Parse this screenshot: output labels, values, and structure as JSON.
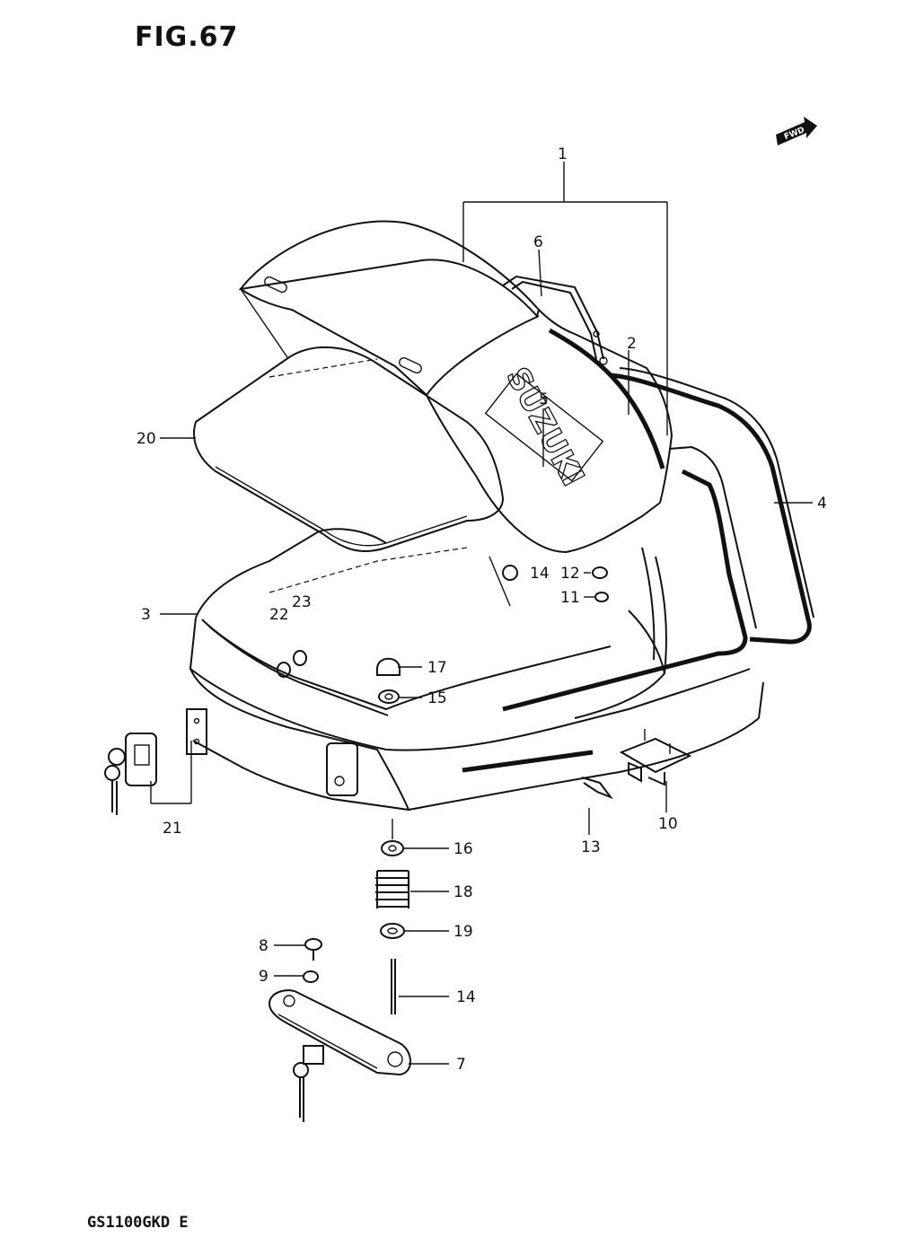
{
  "figure": {
    "title": "FIG.67",
    "model_code": "GS1100GKD E"
  },
  "fwd_label": "FWD",
  "brand_text": "SUZUKI",
  "callouts": {
    "c1": "1",
    "c2": "2",
    "c3": "3",
    "c4": "4",
    "c5": "5",
    "c6": "6",
    "c7": "7",
    "c8": "8",
    "c9": "9",
    "c10": "10",
    "c11": "11",
    "c12": "12",
    "c13": "13",
    "c14": "14",
    "c14b": "14",
    "c15": "15",
    "c16": "16",
    "c17": "17",
    "c18": "18",
    "c19": "19",
    "c20": "20",
    "c21": "21",
    "c22": "22",
    "c23": "23"
  }
}
